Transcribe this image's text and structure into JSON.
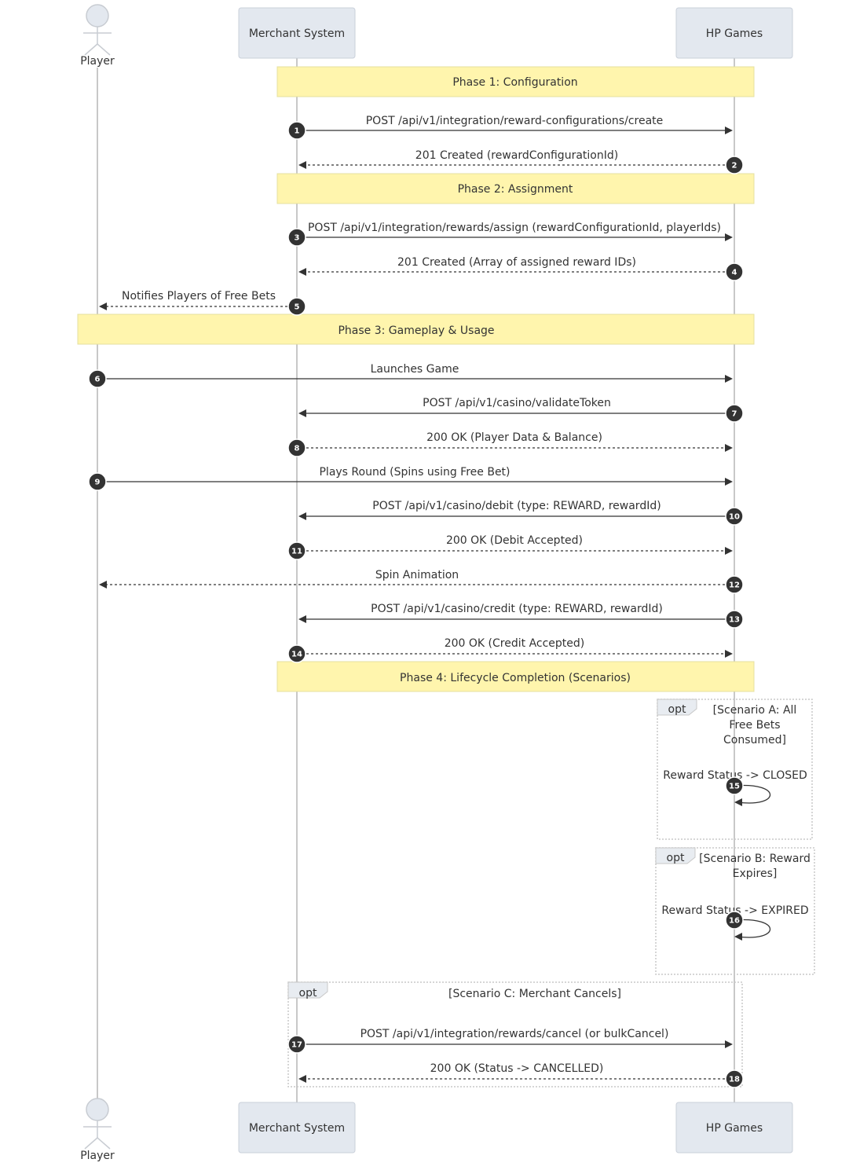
{
  "participants": {
    "player": "Player",
    "merchant": "Merchant System",
    "hp": "HP Games"
  },
  "notes": {
    "phase1": "Phase 1: Configuration",
    "phase2": "Phase 2: Assignment",
    "phase3": "Phase 3: Gameplay & Usage",
    "phase4": "Phase 4: Lifecycle Completion (Scenarios)"
  },
  "messages": [
    {
      "n": "1",
      "text": "POST /api/v1/integration/reward-configurations/create"
    },
    {
      "n": "2",
      "text": "201 Created (rewardConfigurationId)"
    },
    {
      "n": "3",
      "text": "POST /api/v1/integration/rewards/assign (rewardConfigurationId, playerIds)"
    },
    {
      "n": "4",
      "text": "201 Created (Array of assigned reward IDs)"
    },
    {
      "n": "5",
      "text": "Notifies Players of Free Bets"
    },
    {
      "n": "6",
      "text": "Launches Game"
    },
    {
      "n": "7",
      "text": "POST /api/v1/casino/validateToken"
    },
    {
      "n": "8",
      "text": "200 OK (Player Data & Balance)"
    },
    {
      "n": "9",
      "text": "Plays Round (Spins using Free Bet)"
    },
    {
      "n": "10",
      "text": "POST /api/v1/casino/debit (type: REWARD, rewardId)"
    },
    {
      "n": "11",
      "text": "200 OK (Debit Accepted)"
    },
    {
      "n": "12",
      "text": "Spin Animation"
    },
    {
      "n": "13",
      "text": "POST /api/v1/casino/credit (type: REWARD, rewardId)"
    },
    {
      "n": "14",
      "text": "200 OK (Credit Accepted)"
    },
    {
      "n": "15",
      "text": "Reward Status -> CLOSED"
    },
    {
      "n": "16",
      "text": "Reward Status -> EXPIRED"
    },
    {
      "n": "17",
      "text": "POST /api/v1/integration/rewards/cancel (or bulkCancel)"
    },
    {
      "n": "18",
      "text": "200 OK (Status -> CANCELLED)"
    }
  ],
  "frames": {
    "tab": "opt",
    "a_lines": [
      "[Scenario A: All",
      "Free Bets",
      "Consumed]"
    ],
    "b_lines": [
      "[Scenario B: Reward",
      "Expires]"
    ],
    "c_line": "[Scenario C: Merchant Cancels]"
  }
}
